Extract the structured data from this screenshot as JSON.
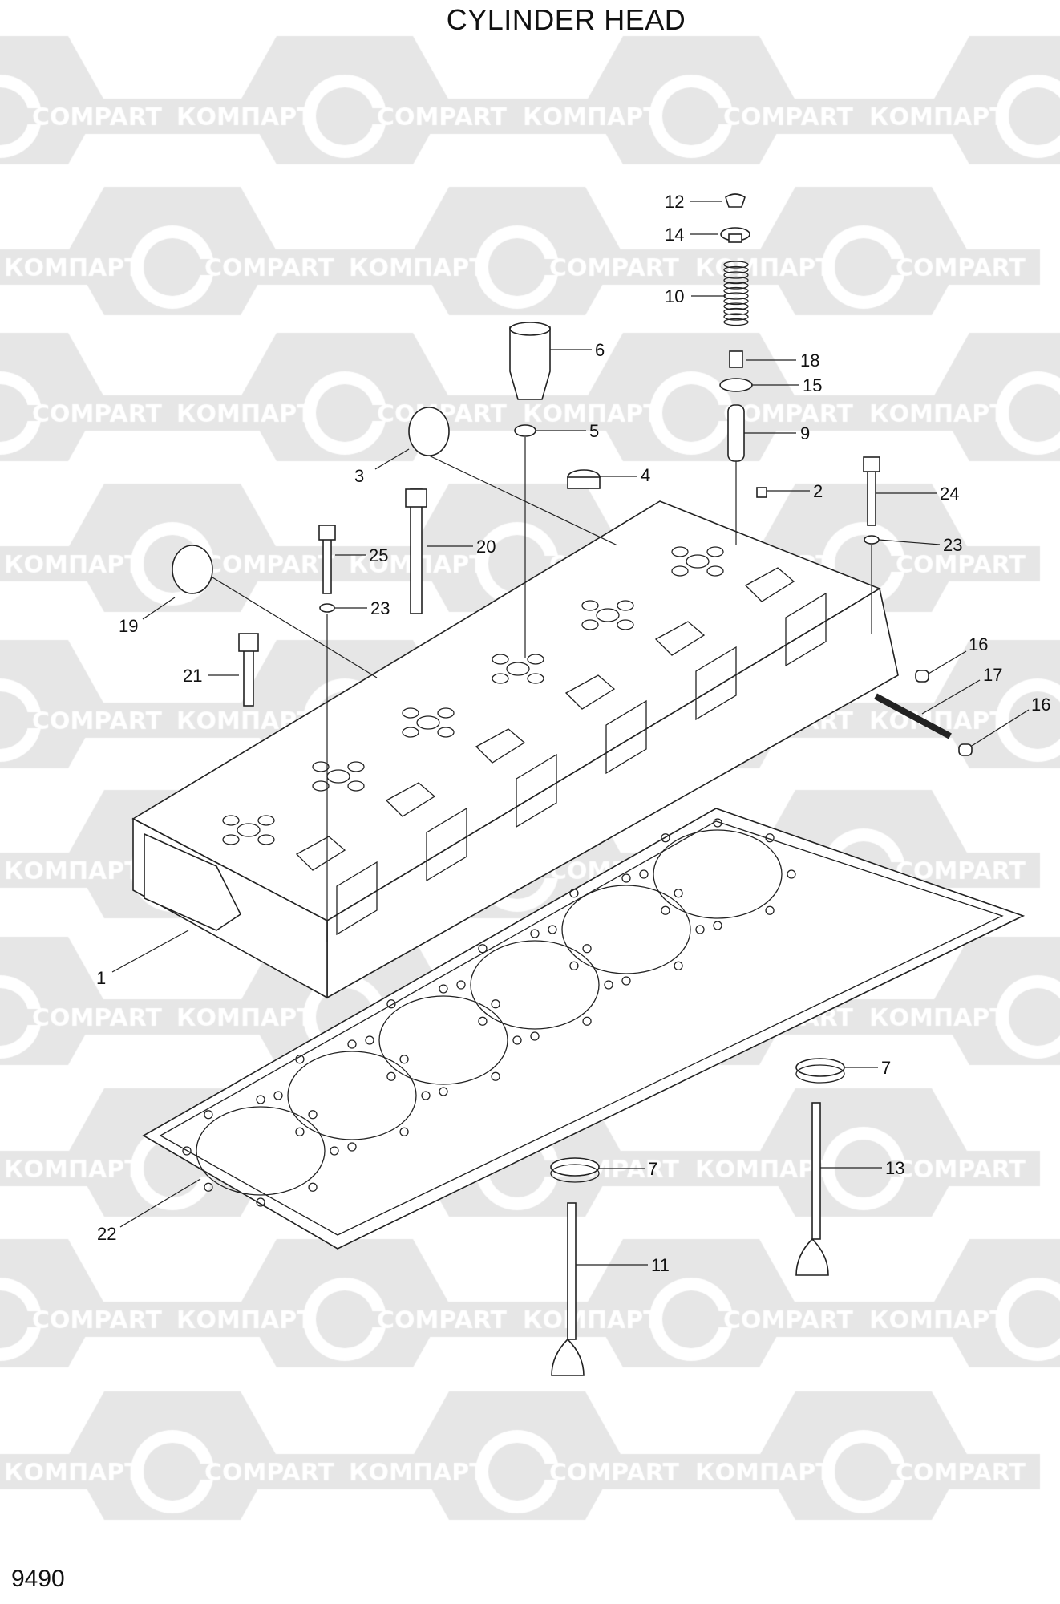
{
  "title": "CYLINDER HEAD",
  "page_number": "9490",
  "watermark": {
    "left_text": "КОМПАРТ",
    "right_text": "COMPART",
    "color": "#e6e6e6"
  },
  "callouts": {
    "c12": "12",
    "c14": "14",
    "c10": "10",
    "c6": "6",
    "c18": "18",
    "c15": "15",
    "c5": "5",
    "c9": "9",
    "c3": "3",
    "c4": "4",
    "c2": "2",
    "c24": "24",
    "c20": "20",
    "c23a": "23",
    "c25": "25",
    "c23b": "23",
    "c19": "19",
    "c16a": "16",
    "c17": "17",
    "c21": "21",
    "c16b": "16",
    "c1": "1",
    "c7a": "7",
    "c7b": "7",
    "c13": "13",
    "c22": "22",
    "c11": "11"
  }
}
